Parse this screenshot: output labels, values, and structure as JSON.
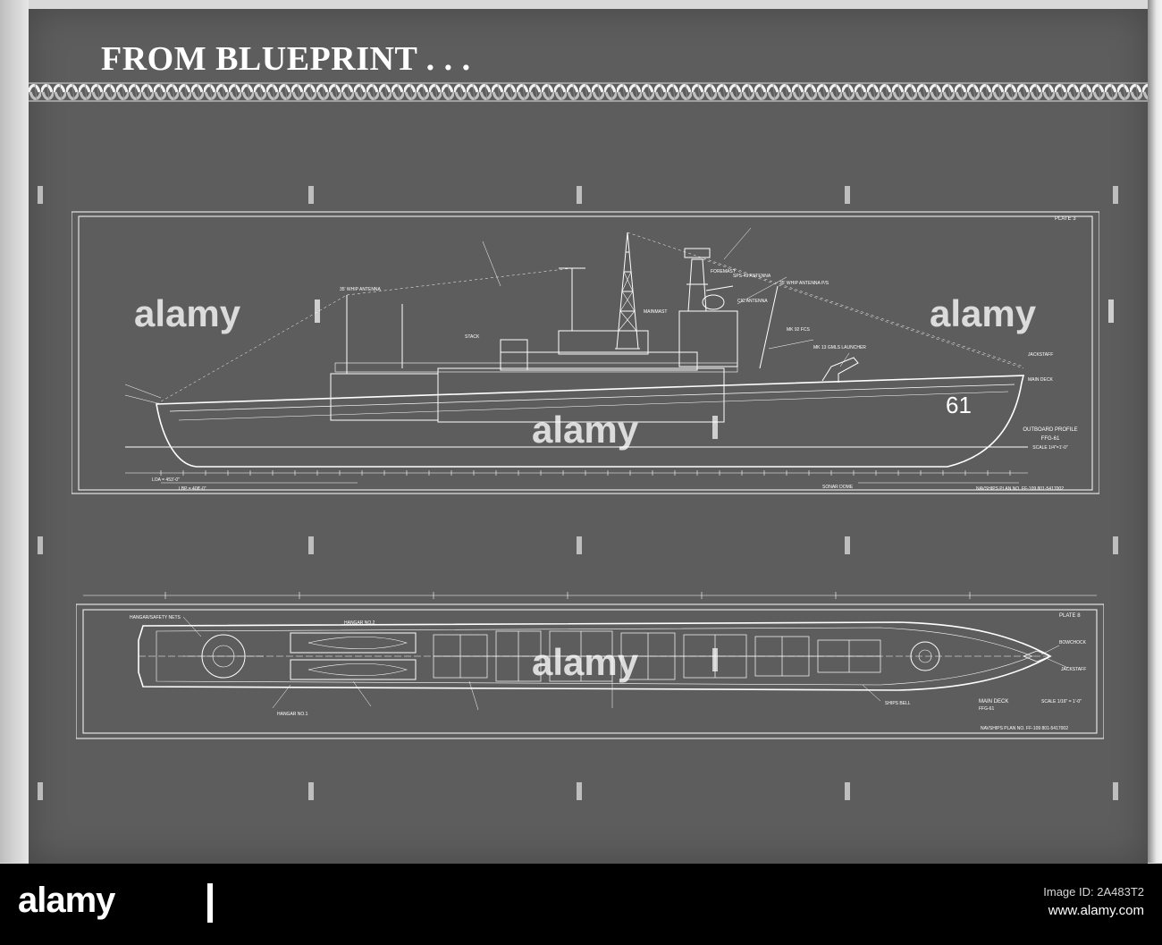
{
  "page": {
    "headline": "FROM BLUEPRINT . . .",
    "background_color": "#5d5d5d",
    "line_color": "#ffffff"
  },
  "profile_plan": {
    "plate": "PLATE 3",
    "hull_number": "61",
    "caption_line1": "OUTBOARD PROFILE",
    "caption_line2": "FFG-61",
    "scale": "SCALE 1/4\"=1'-0\"",
    "plan_number": "NAVSHIPS PLAN NO. FF-109  801-5417002",
    "labels": {
      "whip_antenna_left": "35' WHIP ANTENNA",
      "whip_antenna_right": "35' WHIP ANTENNA P/S",
      "stack": "STACK",
      "mainmast": "MAINMAST",
      "foremast": "FOREMAST",
      "spg_antenna": "SPS-49 ANTENNA",
      "cic_antenna": "CIC ANTENNA",
      "mk13_gmls": "MK 13 GMLS LAUNCHER",
      "mk92": "MK 92 FCS",
      "jackstaff": "JACKSTAFF",
      "main_deck": "MAIN DECK",
      "sonar_dome": "SONAR DOME",
      "loa": "LOA = 453'-0\"",
      "lbp": "LBP = 408'-0\""
    }
  },
  "deck_plan": {
    "plate": "PLATE 8",
    "caption_line1": "MAIN DECK",
    "caption_line2": "FFG-61",
    "scale": "SCALE 1/16\" = 1'-0\"",
    "plan_number": "NAVSHIPS PLAN NO. FF-109  801-5417002",
    "labels": {
      "helo_deck": "HANGAR/SAFETY NETS",
      "jackstaff": "JACKSTAFF",
      "bow_chock": "BOWCHOCK",
      "ship_bell": "SHIPS BELL",
      "hangar_1": "HANGAR NO.1",
      "hangar_2": "HANGAR NO.2"
    }
  },
  "watermarks": [
    "alamy",
    "alamy",
    "alamy",
    "alamy"
  ],
  "footer": {
    "brand": "alamy",
    "line1": "Image ID: 2A483T2",
    "line2": "www.alamy.com",
    "line3": ""
  }
}
